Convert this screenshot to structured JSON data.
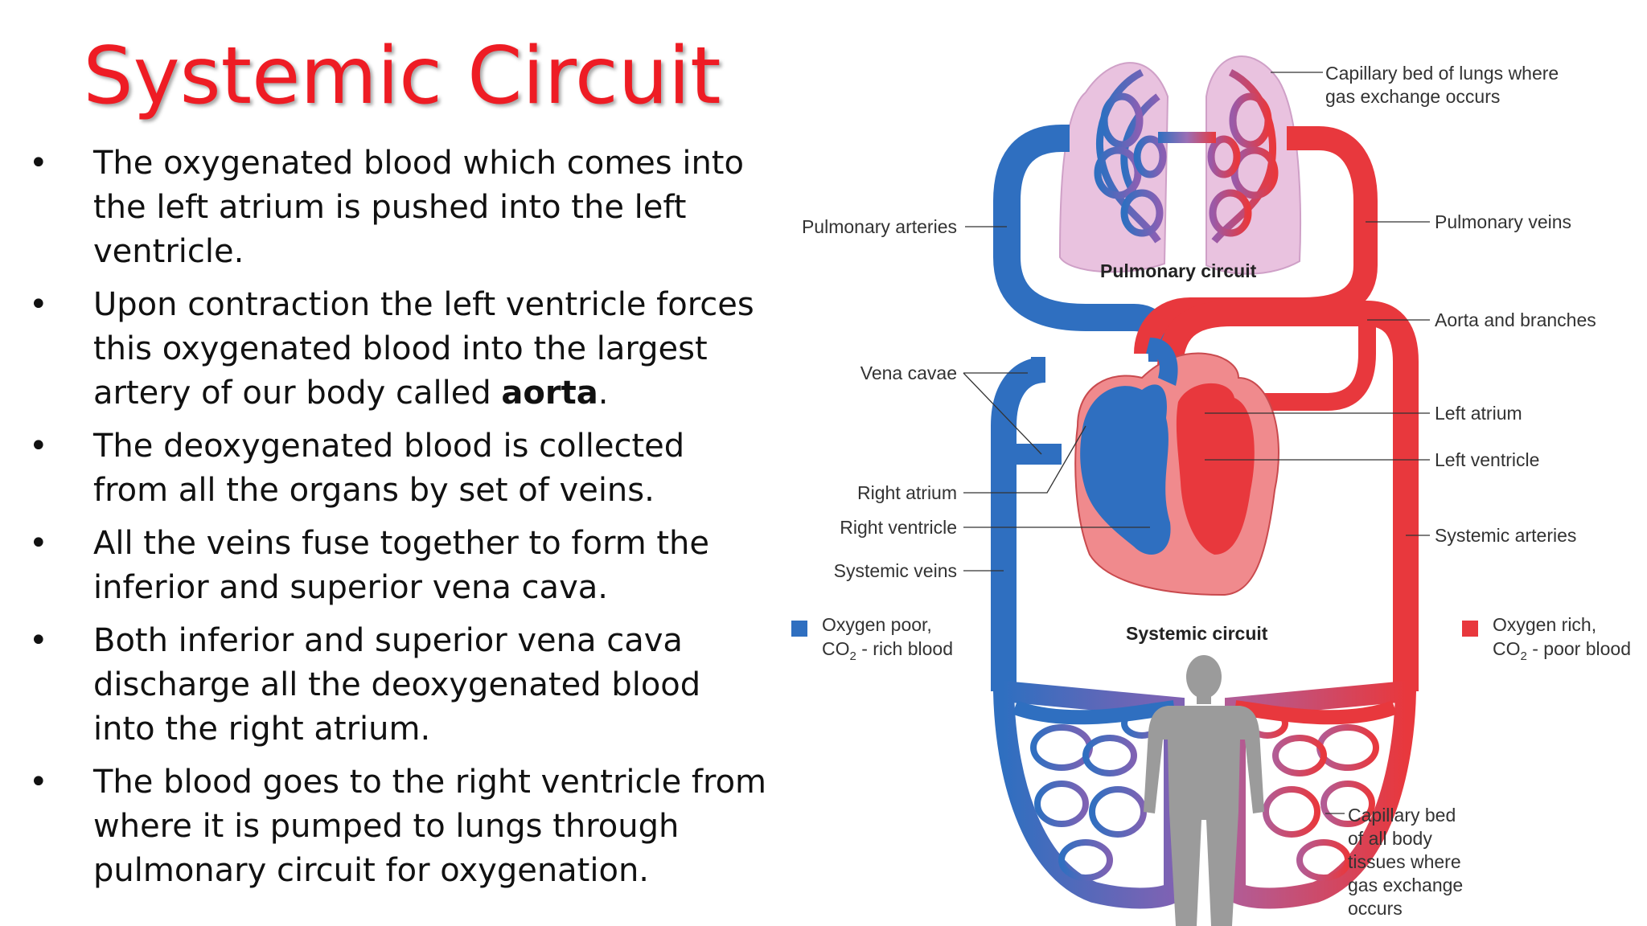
{
  "slide": {
    "title": "Systemic Circuit",
    "bullets": [
      {
        "pre": "The oxygenated blood which comes into the left atrium is pushed into the left ventricle.",
        "bold": "",
        "post": ""
      },
      {
        "pre": "Upon contraction the left ventricle forces this oxygenated blood into the largest artery of our body called ",
        "bold": "aorta",
        "post": "."
      },
      {
        "pre": "The deoxygenated blood is collected from all the organs by set of veins.",
        "bold": "",
        "post": ""
      },
      {
        "pre": "All the veins fuse together to form the inferior and superior vena cava.",
        "bold": "",
        "post": ""
      },
      {
        "pre": "Both inferior and superior vena cava discharge all the deoxygenated blood into the right atrium.",
        "bold": "",
        "post": ""
      },
      {
        "pre": "The blood goes to the right ventricle from where it is pumped to lungs through pulmonary circuit for oxygenation.",
        "bold": "",
        "post": ""
      }
    ],
    "bullet_glyph": "•"
  },
  "diagram": {
    "labels": {
      "capillary_lungs_1": "Capillary bed of lungs where",
      "capillary_lungs_2": "gas exchange occurs",
      "pulmonary_arteries": "Pulmonary arteries",
      "pulmonary_veins": "Pulmonary veins",
      "pulmonary_circuit": "Pulmonary circuit",
      "aorta": "Aorta and branches",
      "vena_cavae": "Vena cavae",
      "left_atrium": "Left atrium",
      "left_ventricle": "Left ventricle",
      "right_atrium": "Right atrium",
      "right_ventricle": "Right ventricle",
      "systemic_arteries": "Systemic arteries",
      "systemic_veins": "Systemic veins",
      "systemic_circuit": "Systemic circuit",
      "capillary_body_1": "Capillary bed",
      "capillary_body_2": "of all body",
      "capillary_body_3": "tissues where",
      "capillary_body_4": "gas exchange",
      "capillary_body_5": "occurs"
    },
    "legend": {
      "poor_1": "Oxygen poor,",
      "poor_co2": "CO",
      "poor_sub": "2",
      "poor_2": " - rich blood",
      "rich_1": "Oxygen rich,",
      "rich_co2": "CO",
      "rich_sub": "2",
      "rich_2": " - poor blood"
    },
    "colors": {
      "oxygen_poor": "#2f6fc0",
      "oxygen_rich": "#e8383d",
      "title_red": "#ee1c24",
      "lung_tissue": "#e9c2df",
      "human_silhouette": "#9b9b9b"
    }
  }
}
